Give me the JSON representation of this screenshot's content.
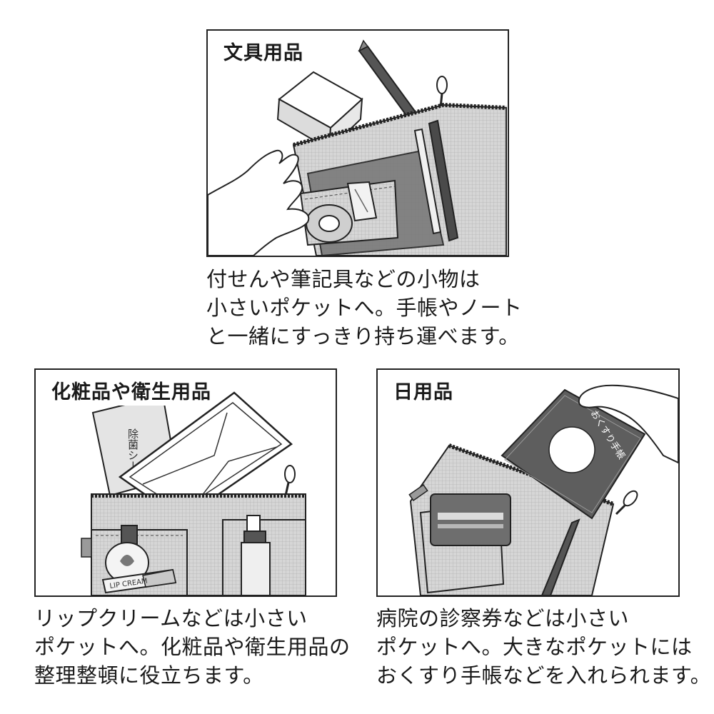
{
  "panels": [
    {
      "title": "文具用品",
      "caption": [
        "付せんや筆記具などの小物は",
        "小さいポケットへ。手帳やノート",
        "と一緒にすっきり持ち運べます。"
      ]
    },
    {
      "title": "化粧品や衛生用品",
      "caption": [
        "リップクリームなどは小さい",
        "ポケットへ。化粧品や衛生用品の",
        "整理整頓に役立ちます。"
      ],
      "packet_label": "除菌シー",
      "lip_label": "LIP CREAM"
    },
    {
      "title": "日用品",
      "caption": [
        "病院の診察券などは小さい",
        "ポケットへ。大きなポケットには",
        "おくすり手帳などを入れられます。"
      ],
      "booklet_label": "おくすり手帳"
    }
  ]
}
